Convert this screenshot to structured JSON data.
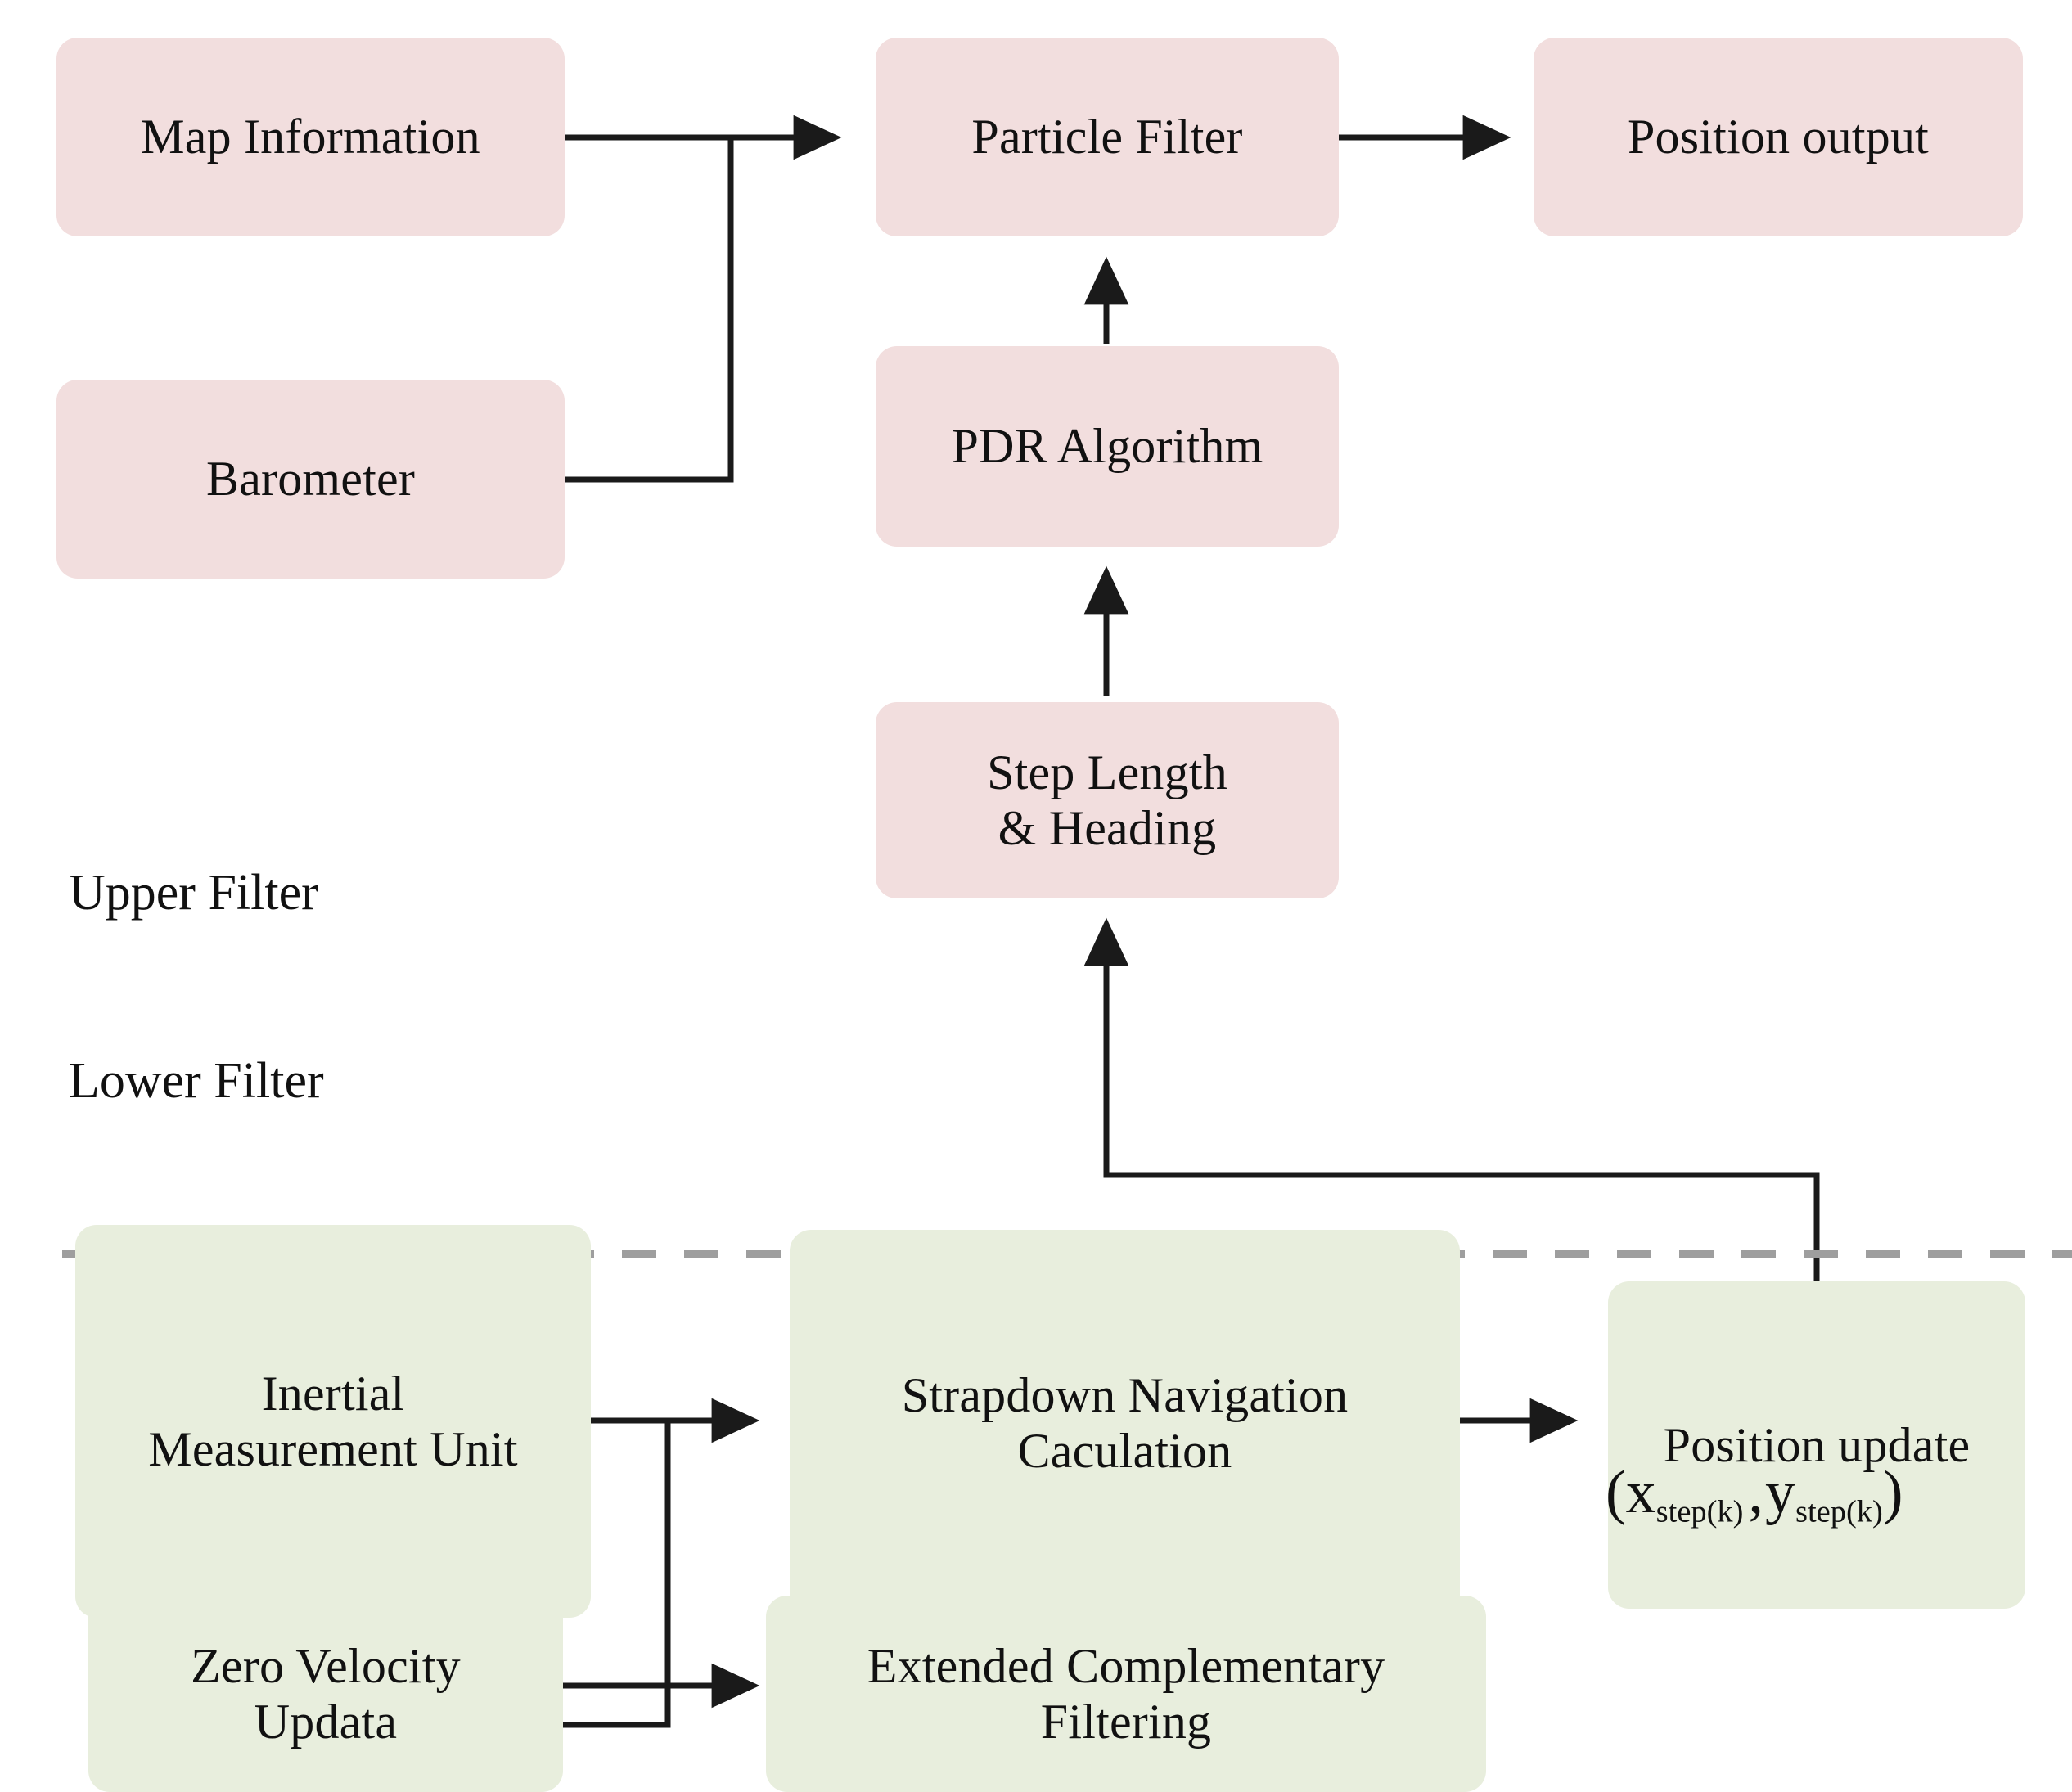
{
  "diagram": {
    "title_text": "",
    "palette": {
      "background": "#ffffff",
      "pink_fill": "#f2dede",
      "green_fill": "#e8eedd",
      "line": "#1a1a1a",
      "divider": "#9e9e9e",
      "text": "#111111"
    },
    "section_labels": [
      {
        "id": "upper",
        "label": "Upper Filter"
      },
      {
        "id": "lower",
        "label": "Lower Filter"
      }
    ],
    "divider": {
      "style": "dashed",
      "label": ""
    },
    "nodes": [
      {
        "id": "map_information",
        "label": "Map Information",
        "group": "upper",
        "fill": "pink"
      },
      {
        "id": "barometer",
        "label": "Barometer",
        "group": "upper",
        "fill": "pink"
      },
      {
        "id": "particle_filter",
        "label": "Particle Filter",
        "group": "upper",
        "fill": "pink"
      },
      {
        "id": "position_output",
        "label": "Position output",
        "group": "upper",
        "fill": "pink"
      },
      {
        "id": "pdr_algorithm",
        "label": "PDR Algorithm",
        "group": "upper",
        "fill": "pink"
      },
      {
        "id": "step_length_heading",
        "label": "Step Length\n& Heading",
        "group": "upper",
        "fill": "pink"
      },
      {
        "id": "imu",
        "label": "Inertial\nMeasurement Unit",
        "group": "lower",
        "fill": "green"
      },
      {
        "id": "strapdown",
        "label": "Strapdown Navigation\nCaculation",
        "group": "lower",
        "fill": "green"
      },
      {
        "id": "position_update",
        "label": "Position update",
        "group": "lower",
        "fill": "green"
      },
      {
        "id": "zero_velocity",
        "label": "Zero Velocity\nUpdata",
        "group": "lower",
        "fill": "green"
      },
      {
        "id": "extended_complementary",
        "label": "Extended Complementary\nFiltering",
        "group": "lower",
        "fill": "green"
      }
    ],
    "edges": [
      {
        "from": "map_information",
        "to": "particle_filter",
        "arrow": true
      },
      {
        "from": "barometer",
        "to": "particle_filter",
        "arrow": true
      },
      {
        "from": "particle_filter",
        "to": "position_output",
        "arrow": true
      },
      {
        "from": "pdr_algorithm",
        "to": "particle_filter",
        "arrow": true
      },
      {
        "from": "step_length_heading",
        "to": "pdr_algorithm",
        "arrow": true
      },
      {
        "from": "position_update",
        "to": "step_length_heading",
        "arrow": true
      },
      {
        "from": "imu",
        "to": "strapdown",
        "arrow": true
      },
      {
        "from": "imu",
        "to": "zero_velocity",
        "arrow": true
      },
      {
        "from": "strapdown",
        "to": "position_update",
        "arrow": true
      },
      {
        "from": "zero_velocity",
        "to": "extended_complementary",
        "arrow": true
      },
      {
        "from": "extended_complementary",
        "to": "strapdown",
        "arrow": true
      }
    ],
    "annotations": [
      {
        "id": "step_position_formula",
        "open_paren": "(",
        "x_var": "x",
        "x_sub": "step(k)",
        "comma": ",",
        "y_var": "y",
        "y_sub": "step(k)",
        "close_paren": ")"
      }
    ]
  }
}
